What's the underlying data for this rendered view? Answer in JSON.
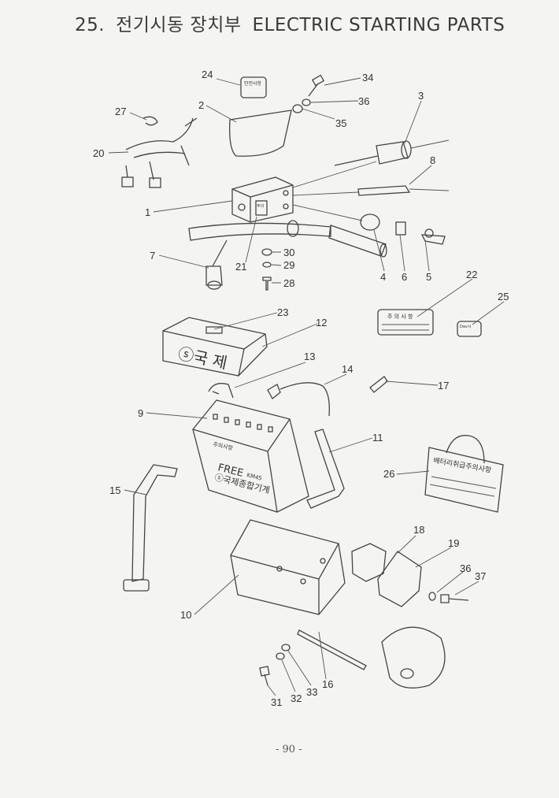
{
  "header": {
    "number": "25.",
    "title_ko": "전기시동 장치부",
    "title_en": "ELECTRIC STARTING PARTS"
  },
  "part_labels": [
    "24",
    "34",
    "36",
    "35",
    "3",
    "27",
    "2",
    "8",
    "20",
    "1",
    "7",
    "30",
    "21",
    "29",
    "28",
    "4",
    "6",
    "5",
    "22",
    "25",
    "23",
    "12",
    "13",
    "14",
    "17",
    "9",
    "11",
    "26",
    "15",
    "18",
    "19",
    "36",
    "37",
    "10",
    "16",
    "31",
    "32",
    "33"
  ],
  "part_texts": {
    "decal_24": "안전사항",
    "cover_12": "ⓢ국 제",
    "battery_warning": "주의사항",
    "battery_brand": "FREE",
    "battery_model": "KM45",
    "battery_maker": "ⓢ국제종합기계",
    "tag_26": "배터리취급주의사항",
    "label_22": "주 의 사 항",
    "label_25": "Dav시",
    "switch_21": "주의"
  },
  "footer": {
    "page": "- 90 -"
  }
}
